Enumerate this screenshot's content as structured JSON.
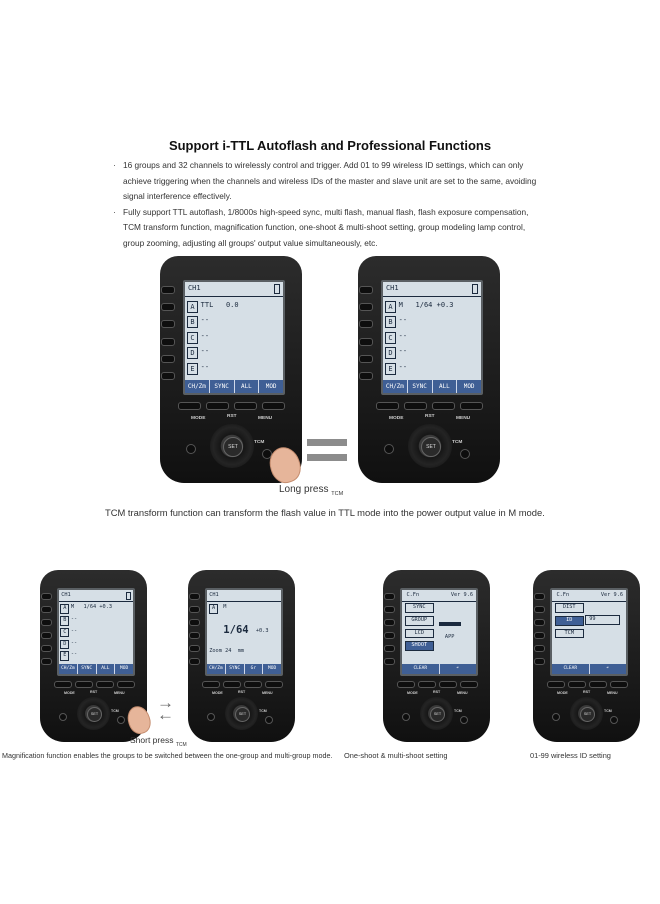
{
  "title": "Support i-TTL Autoflash and Professional Functions",
  "bullets": [
    "16 groups and 32 channels to wirelessly control and trigger. Add 01 to 99 wireless ID settings, which can only achieve triggering when the channels and wireless IDs of the master and slave unit are set to the same, avoiding signal interference effectively.",
    "Fully support TTL autoflash, 1/8000s high-speed sync, multi flash, manual flash, flash exposure compensation, TCM transform function, magnification function, one-shoot & multi-shoot setting, group modeling lamp control, group zooming, adjusting all groups' output value simultaneously, etc."
  ],
  "captions": {
    "tcm": "TCM transform function can transform the flash value in TTL mode into the power output value in M mode.",
    "magnification": "Magnification function enables the groups to be switched between the one-group and multi-group mode.",
    "oneshoot": "One-shoot & multi-shoot setting",
    "wireless_id": "01-99 wireless ID setting"
  },
  "gestures": {
    "long_press": "Long press",
    "short_press": "Short press",
    "tcm": "TCM"
  },
  "device_labels": {
    "mode": "MODE",
    "rst": "RST",
    "menu": "MENU",
    "set": "SET",
    "tcm": "TCM"
  },
  "screens": {
    "ttl": {
      "channel": "CH1",
      "rows": [
        [
          "A",
          "TTL   0.0"
        ],
        [
          "B",
          "--"
        ],
        [
          "C",
          "--"
        ],
        [
          "D",
          "--"
        ],
        [
          "E",
          "--"
        ]
      ],
      "softkeys": [
        "CH/Zm",
        "SYNC",
        "ALL",
        "MOD"
      ]
    },
    "manual": {
      "channel": "CH1",
      "rows": [
        [
          "A",
          "M   1/64 +0.3"
        ],
        [
          "B",
          "--"
        ],
        [
          "C",
          "--"
        ],
        [
          "D",
          "--"
        ],
        [
          "E",
          "--"
        ]
      ],
      "softkeys": [
        "CH/Zm",
        "SYNC",
        "ALL",
        "MOD"
      ]
    },
    "single": {
      "channel": "CH1",
      "group": "A",
      "mode": "M",
      "power": "1/64",
      "comp": "+0.3",
      "zoom": "Zoom 24  mm",
      "softkeys": [
        "CH/Zm",
        "SYNC",
        "Gr",
        "MOD"
      ]
    },
    "cfn_shoot": {
      "header": "C.Fn",
      "version": "Ver 9.6",
      "items": [
        "SYNC",
        "GROUP",
        "LCD",
        "SHOOT"
      ],
      "value": "APP",
      "softkeys": [
        "CLEAR",
        "↶"
      ]
    },
    "cfn_id": {
      "header": "C.Fn",
      "version": "Ver 9.6",
      "items": [
        "DIST",
        "ID",
        "TCM"
      ],
      "value": "99",
      "softkeys": [
        "CLEAR",
        "↶"
      ]
    }
  },
  "colors": {
    "lcd": "#d6dfe6",
    "lcd_text": "#1b2a3e",
    "body": "#141414",
    "softkey": "#3f5f95"
  }
}
